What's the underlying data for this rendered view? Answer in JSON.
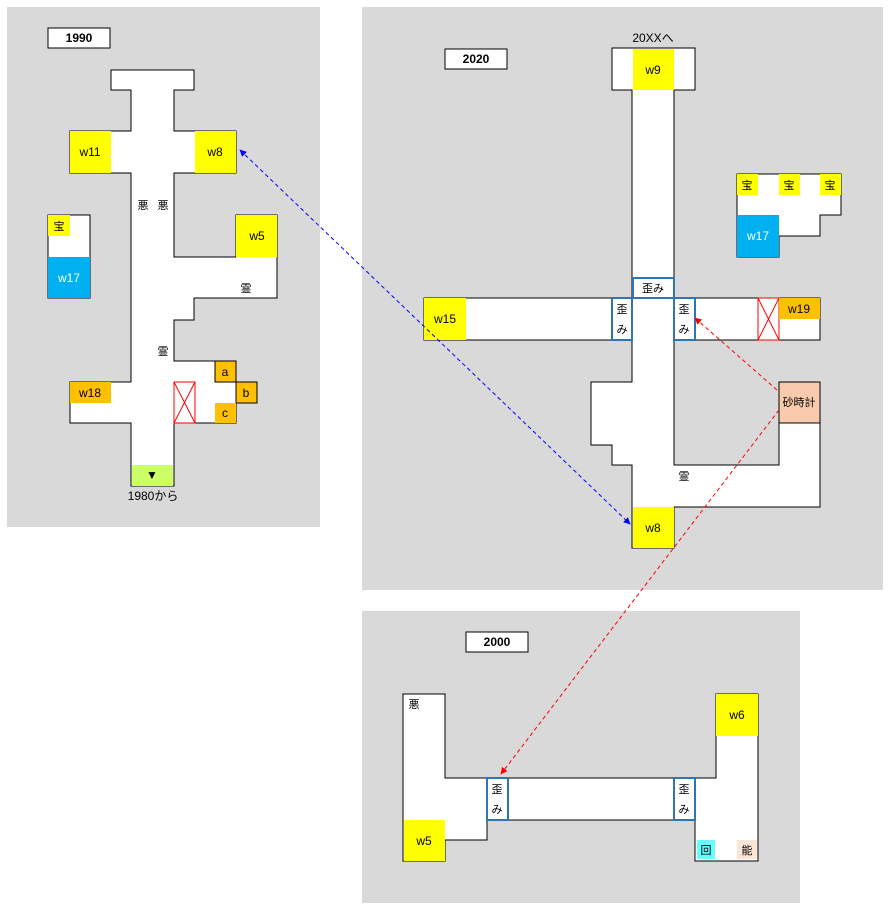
{
  "maps": {
    "m1990": {
      "year": "1990",
      "rooms": {
        "w11": "w11",
        "w8": "w8",
        "w5": "w5",
        "w17": "w17",
        "w18": "w18",
        "takara": "宝"
      },
      "marks": {
        "aku1": "悪",
        "aku2": "悪",
        "rei1": "霊",
        "rei2": "霊"
      },
      "side": {
        "a": "a",
        "b": "b",
        "c": "c"
      },
      "entry_arrow": "▼",
      "entry_label": "1980から"
    },
    "m2020": {
      "year": "2020",
      "exit_label": "20XXへ",
      "rooms": {
        "w9": "w9",
        "w15": "w15",
        "w19": "w19",
        "w17": "w17",
        "w8": "w8"
      },
      "takara": [
        "宝",
        "宝",
        "宝"
      ],
      "warps": {
        "top": "歪み",
        "left": [
          "歪",
          "み"
        ],
        "right": [
          "歪",
          "み"
        ]
      },
      "hourglass": "砂時計",
      "rei": "霊"
    },
    "m2000": {
      "year": "2000",
      "rooms": {
        "w5": "w5",
        "w6": "w6"
      },
      "aku": "悪",
      "warps": {
        "left": [
          "歪",
          "み"
        ],
        "right": [
          "歪",
          "み"
        ]
      },
      "kai": "回",
      "nou": "能"
    }
  },
  "colors": {
    "panel": "#d9d9d9",
    "yellow": "#ffff00",
    "orange": "#ffc000",
    "blue": "#00b0f0",
    "green": "#ccff66",
    "peach": "#f8cbad",
    "cyan": "#66ffff",
    "skin": "#fce4d6",
    "warp_border": "#2e75b6",
    "link_blue": "#0000ff",
    "link_red": "#ff0000"
  }
}
